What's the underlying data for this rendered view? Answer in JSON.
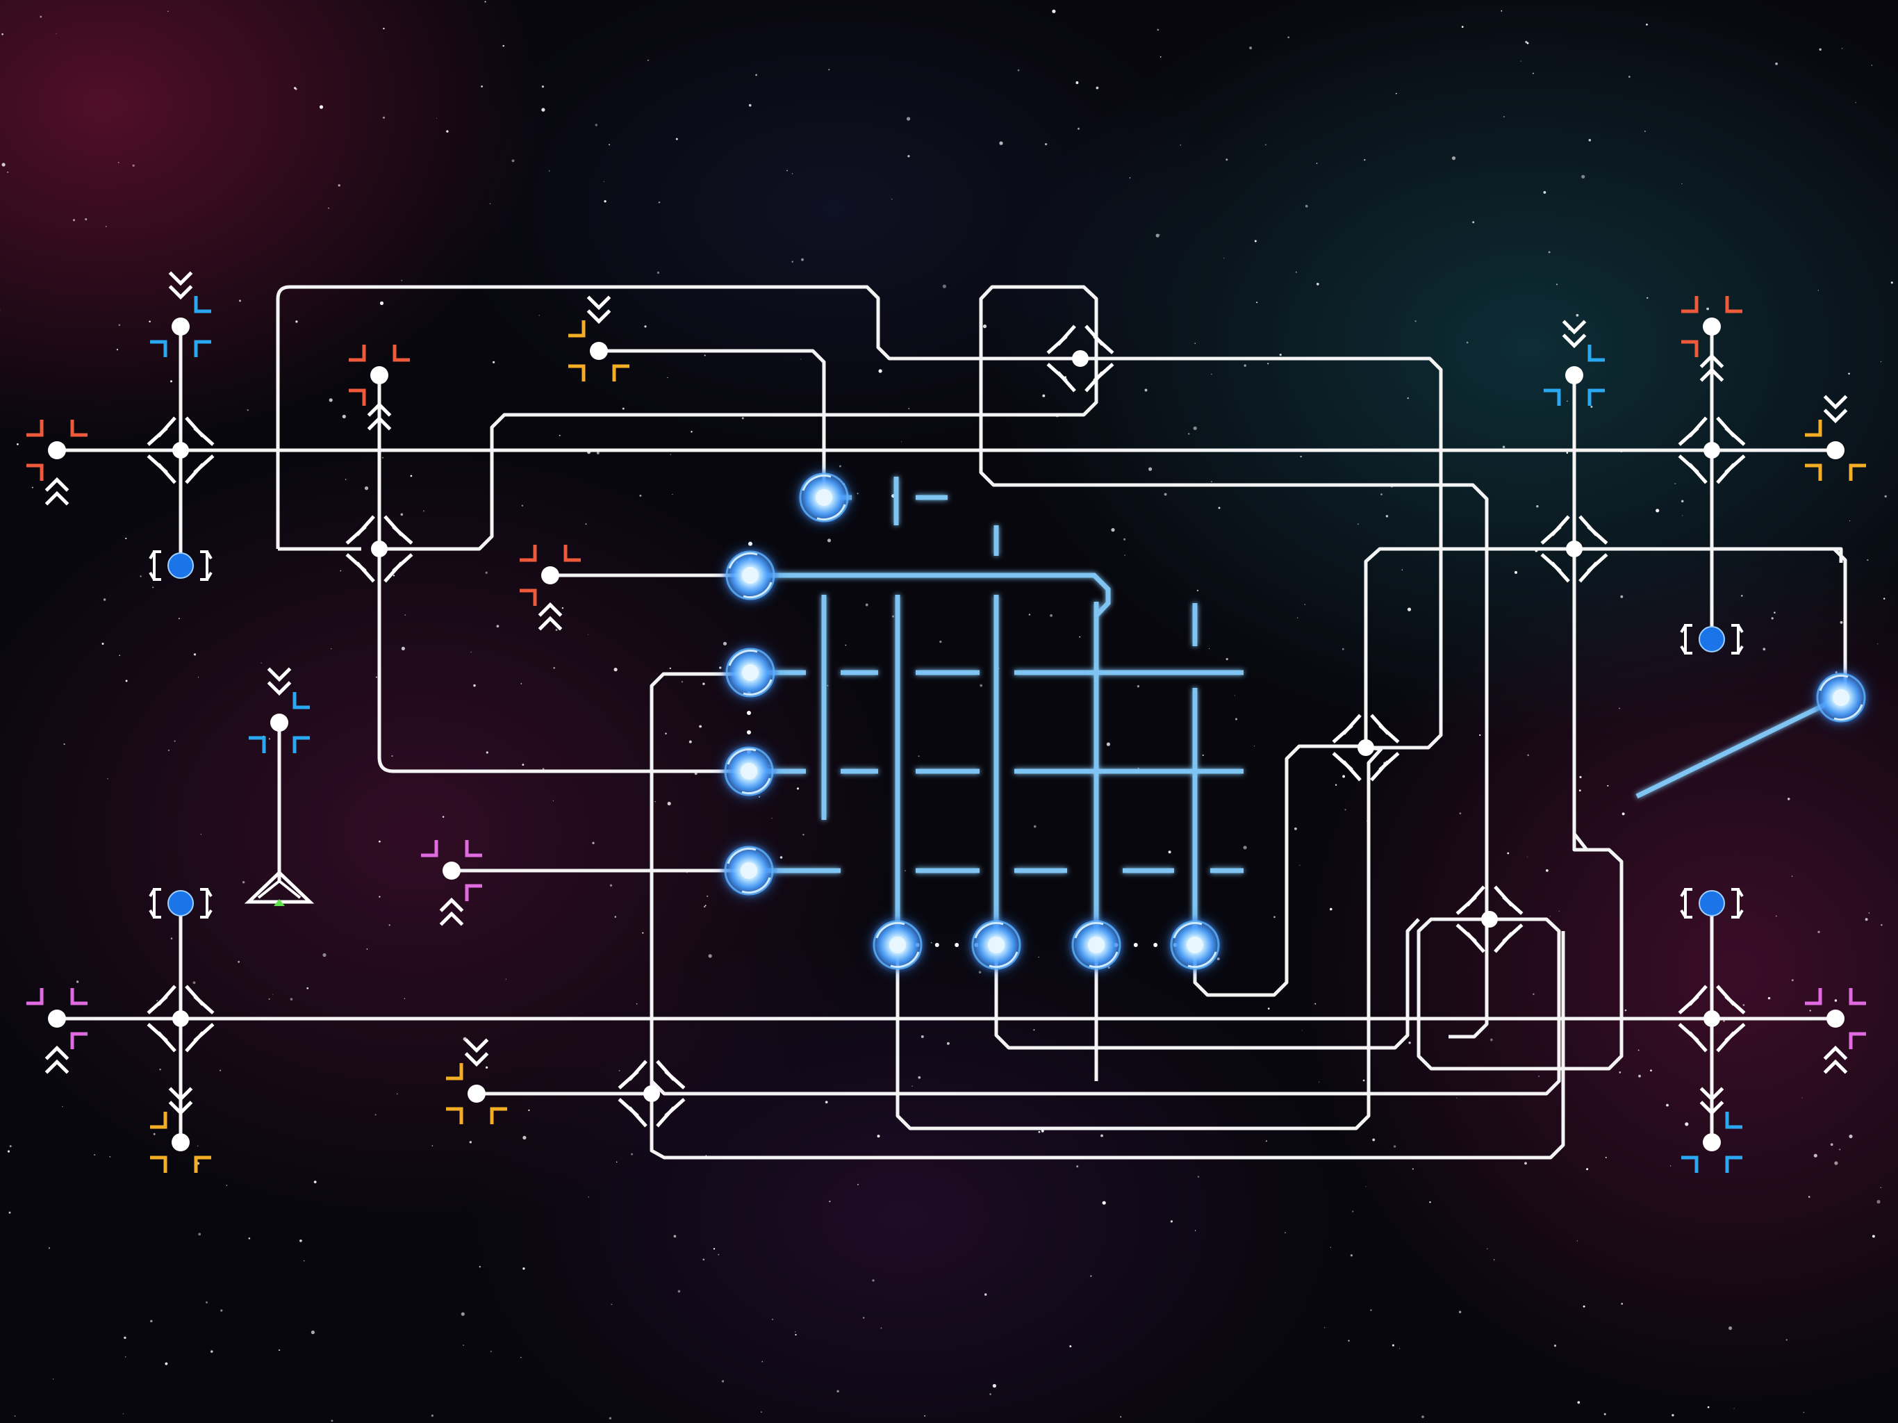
{
  "colors": {
    "wire": "#f4f4f4",
    "beam": "#7fc4f2",
    "orb_core": "#e8f6ff",
    "orb_glow": "#3f9bff",
    "blue_node": "#1c74e9",
    "green_link": "#5ee34a",
    "red_link": "#ff4d4d",
    "bracket_red": "#ef5a3a",
    "bracket_blue": "#2aa9f2",
    "bracket_orange": "#f4ae25",
    "bracket_magenta": "#e06adf",
    "bracket_white": "#ffffff"
  },
  "icons": {
    "emitter": "emitter-cross-icon",
    "junction": "junction-diamond-icon",
    "orb": "energy-orb-icon",
    "goal": "blue-goal-node-icon",
    "base": "triangle-base-icon"
  },
  "emitters": [
    {
      "id": "left-top",
      "color": "blue"
    },
    {
      "id": "left-mid",
      "color": "red"
    },
    {
      "id": "left-inner",
      "color": "red"
    },
    {
      "id": "top-center",
      "color": "orange"
    },
    {
      "id": "center-left",
      "color": "red"
    },
    {
      "id": "small-left",
      "color": "blue"
    },
    {
      "id": "center-magenta",
      "color": "magenta"
    },
    {
      "id": "left-bottom-mid",
      "color": "magenta"
    },
    {
      "id": "left-bottom",
      "color": "orange"
    },
    {
      "id": "bottom-center",
      "color": "orange"
    },
    {
      "id": "right-top-blue",
      "color": "blue"
    },
    {
      "id": "right-top-red",
      "color": "red"
    },
    {
      "id": "right-mid",
      "color": "orange"
    },
    {
      "id": "right-bottom-mid",
      "color": "magenta"
    },
    {
      "id": "right-bottom",
      "color": "blue"
    }
  ],
  "links": [
    {
      "id": "left-link",
      "color": "green"
    },
    {
      "id": "right-link",
      "color": "red"
    }
  ]
}
